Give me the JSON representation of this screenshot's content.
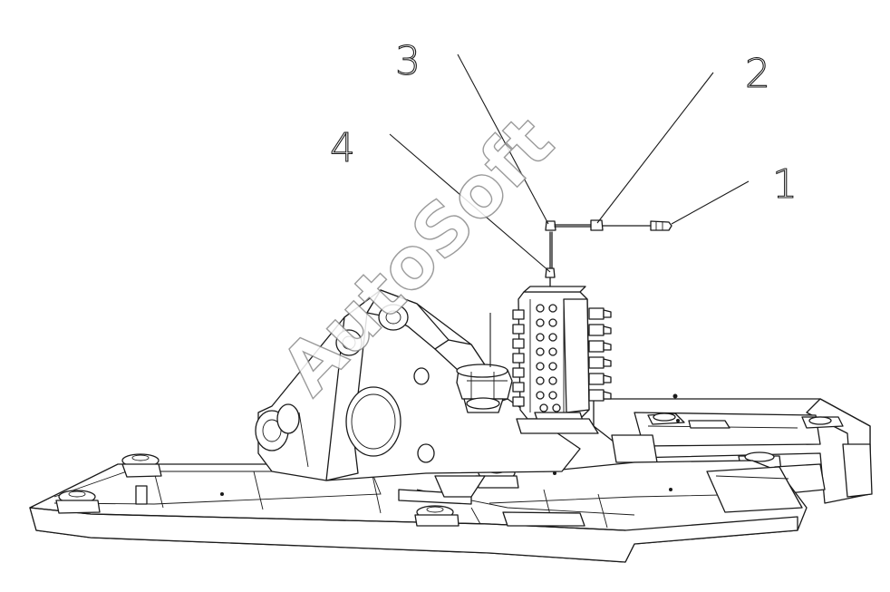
{
  "watermark": "AutoSoft",
  "callouts": [
    {
      "id": "1",
      "label": "1"
    },
    {
      "id": "2",
      "label": "2"
    },
    {
      "id": "3",
      "label": "3"
    },
    {
      "id": "4",
      "label": "4"
    }
  ],
  "colors": {
    "line": "#1a1a1a",
    "background": "#ffffff",
    "watermark_stroke": "#8a8a8a"
  }
}
